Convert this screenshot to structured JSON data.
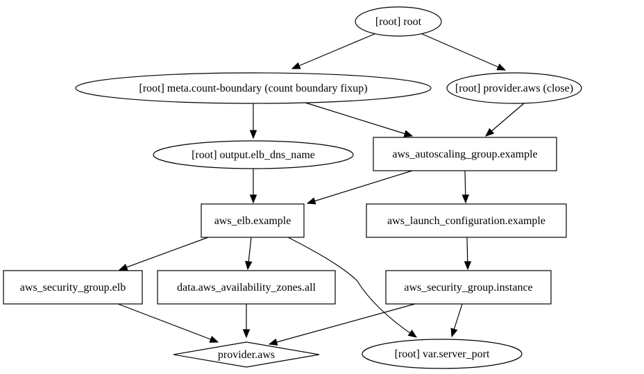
{
  "graph": {
    "nodes": [
      {
        "id": "root",
        "label": "[root] root",
        "shape": "ellipse"
      },
      {
        "id": "meta",
        "label": "[root] meta.count-boundary (count boundary fixup)",
        "shape": "ellipse"
      },
      {
        "id": "provclose",
        "label": "[root] provider.aws (close)",
        "shape": "ellipse"
      },
      {
        "id": "output",
        "label": "[root] output.elb_dns_name",
        "shape": "ellipse"
      },
      {
        "id": "asg",
        "label": "aws_autoscaling_group.example",
        "shape": "box"
      },
      {
        "id": "elb",
        "label": "aws_elb.example",
        "shape": "box"
      },
      {
        "id": "lc",
        "label": "aws_launch_configuration.example",
        "shape": "box"
      },
      {
        "id": "sgelb",
        "label": "aws_security_group.elb",
        "shape": "box"
      },
      {
        "id": "az",
        "label": "data.aws_availability_zones.all",
        "shape": "box"
      },
      {
        "id": "sginst",
        "label": "aws_security_group.instance",
        "shape": "box"
      },
      {
        "id": "provaws",
        "label": "provider.aws",
        "shape": "diamond"
      },
      {
        "id": "varport",
        "label": "[root] var.server_port",
        "shape": "ellipse"
      }
    ],
    "edges": [
      {
        "from": "root",
        "to": "meta"
      },
      {
        "from": "root",
        "to": "provclose"
      },
      {
        "from": "meta",
        "to": "output"
      },
      {
        "from": "meta",
        "to": "asg"
      },
      {
        "from": "provclose",
        "to": "asg"
      },
      {
        "from": "output",
        "to": "elb"
      },
      {
        "from": "asg",
        "to": "elb"
      },
      {
        "from": "asg",
        "to": "lc"
      },
      {
        "from": "elb",
        "to": "sgelb"
      },
      {
        "from": "elb",
        "to": "az"
      },
      {
        "from": "elb",
        "to": "varport"
      },
      {
        "from": "lc",
        "to": "sginst"
      },
      {
        "from": "sgelb",
        "to": "provaws"
      },
      {
        "from": "az",
        "to": "provaws"
      },
      {
        "from": "sginst",
        "to": "provaws"
      },
      {
        "from": "sginst",
        "to": "varport"
      }
    ]
  }
}
